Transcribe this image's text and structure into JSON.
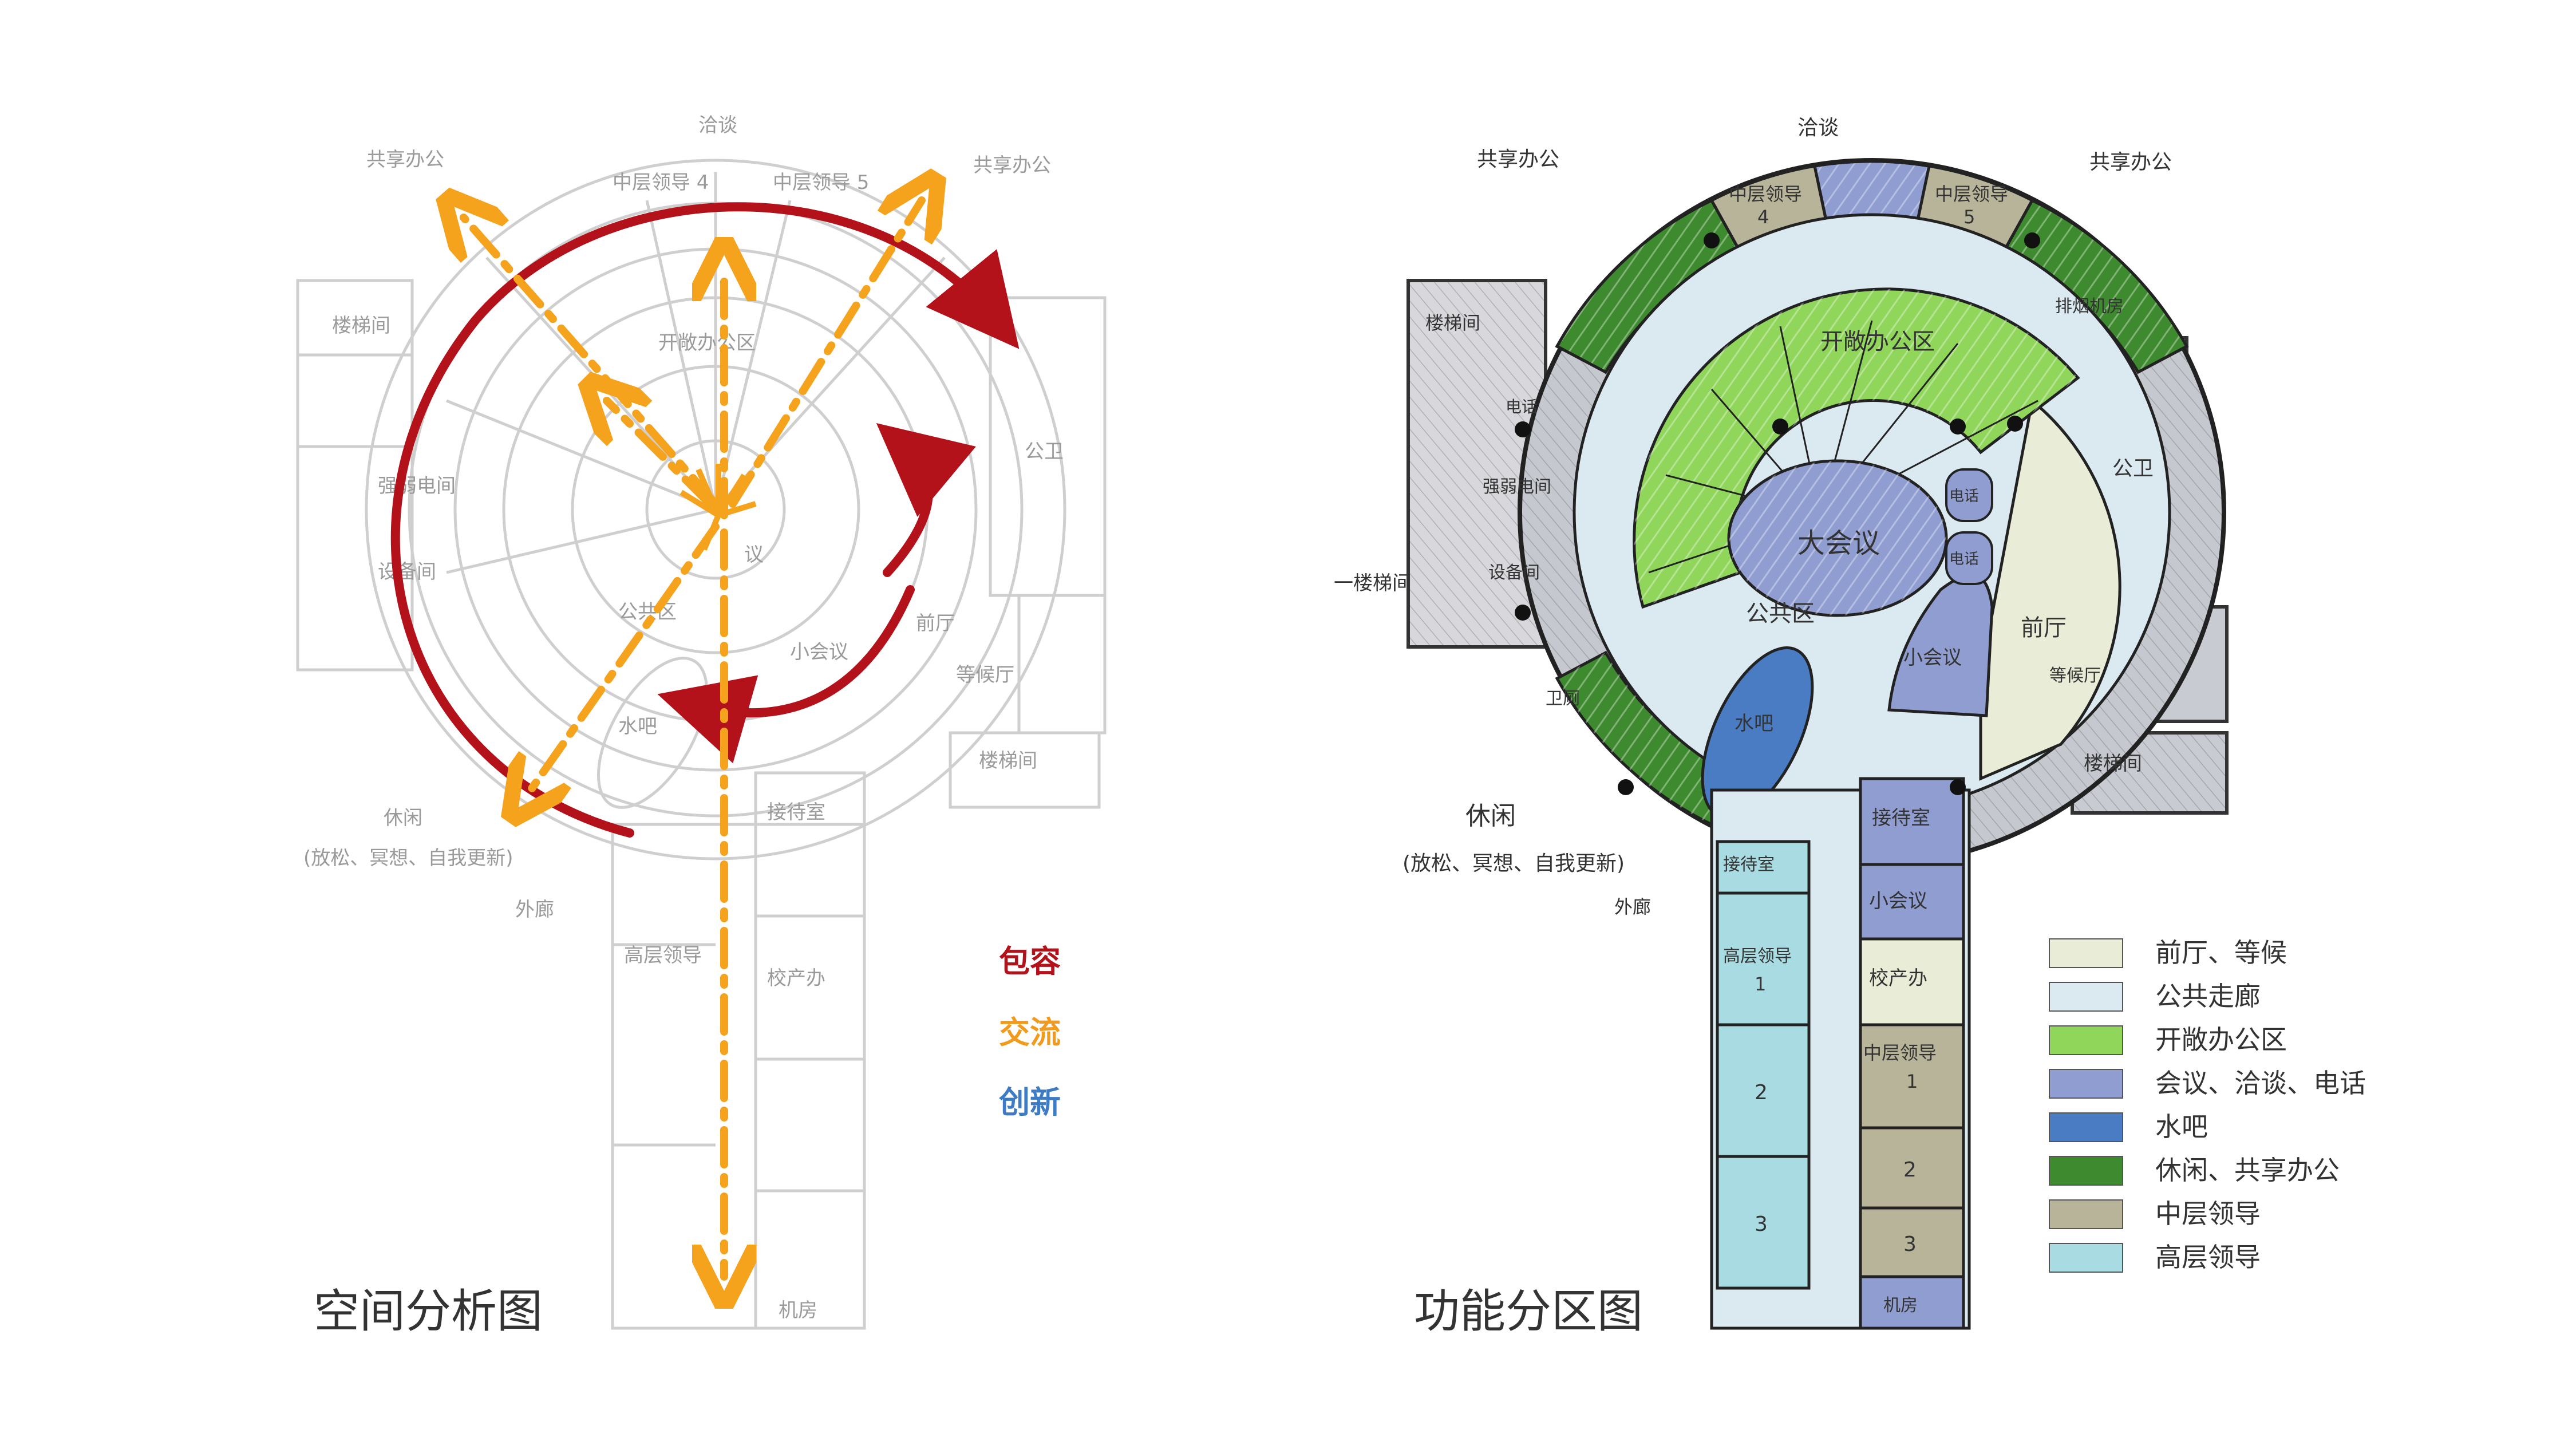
{
  "left_diagram": {
    "title": "空间分析图",
    "keywords": [
      {
        "text": "包容",
        "color": "#b3121b"
      },
      {
        "text": "交流",
        "color": "#f29a1c"
      },
      {
        "text": "创新",
        "color": "#3d7cc4"
      }
    ],
    "labels": {
      "negotiate": "洽谈",
      "shared_office_left": "共享办公",
      "shared_office_right": "共享办公",
      "mid_leader_4": "中层领导 4",
      "mid_leader_5": "中层领导 5",
      "open_office": "开敞办公区",
      "stairs": "楼梯间",
      "electrical": "强弱电间",
      "equipment": "设备间",
      "meeting": "议",
      "public_area": "公共区",
      "small_meeting": "小会议",
      "front_hall": "前厅",
      "waiting": "等候厅",
      "water_bar": "水吧",
      "lounge": "休闲",
      "lounge_desc": "(放松、冥想、自我更新)",
      "exterior_corridor": "外廊",
      "reception": "接待室",
      "public_wc": "公卫",
      "stair_right": "楼梯间",
      "high_leader": "高层领导",
      "office_extra": "校产办",
      "machine_room": "机房"
    }
  },
  "right_diagram": {
    "title": "功能分区图",
    "labels": {
      "negotiate": "洽谈",
      "shared_office_left": "共享办公",
      "shared_office_right": "共享办公",
      "mid_leader_4": "中层领导",
      "mid_leader_4_num": "4",
      "mid_leader_5": "中层领导",
      "mid_leader_5_num": "5",
      "open_office": "开敞办公区",
      "big_meeting": "大会议",
      "public_area": "公共区",
      "small_meeting": "小会议",
      "water_bar": "水吧",
      "front_hall": "前厅",
      "waiting": "等候厅",
      "stairs_top": "楼梯间",
      "electrical": "强弱电间",
      "equipment": "设备间",
      "phone": "电话",
      "phone2": "电话",
      "phone3": "电话",
      "toilet": "卫厕",
      "public_wc": "公卫",
      "exhaust": "排烟机房",
      "stairs_bottom": "楼梯间",
      "stairs_left": "一楼梯间",
      "lounge": "休闲",
      "lounge_desc": "(放松、冥想、自我更新)",
      "exterior_corridor": "外廊",
      "reception": "接待室",
      "reception2": "接待室",
      "small_meeting2": "小会议",
      "office_extra": "校产办",
      "mid_leader_1": "中层领导",
      "mid_leader_1_num": "1",
      "mid_leader_2": "2",
      "mid_leader_3": "3",
      "high_leader": "高层领导",
      "high_leader_1": "1",
      "high_leader_2": "2",
      "high_leader_3": "3",
      "machine_room": "机房"
    }
  },
  "legend": [
    {
      "label": "前厅、等候",
      "color": "#e9ecd6"
    },
    {
      "label": "公共走廊",
      "color": "#dbe9f1"
    },
    {
      "label": "开敞办公区",
      "color": "#8fd65a"
    },
    {
      "label": "会议、洽谈、电话",
      "color": "#8f9dd1"
    },
    {
      "label": "水吧",
      "color": "#4a7cc4"
    },
    {
      "label": "休闲、共享办公",
      "color": "#3e8a2e"
    },
    {
      "label": "中层领导",
      "color": "#b7b49a"
    },
    {
      "label": "高层领导",
      "color": "#a9dbe2"
    }
  ]
}
